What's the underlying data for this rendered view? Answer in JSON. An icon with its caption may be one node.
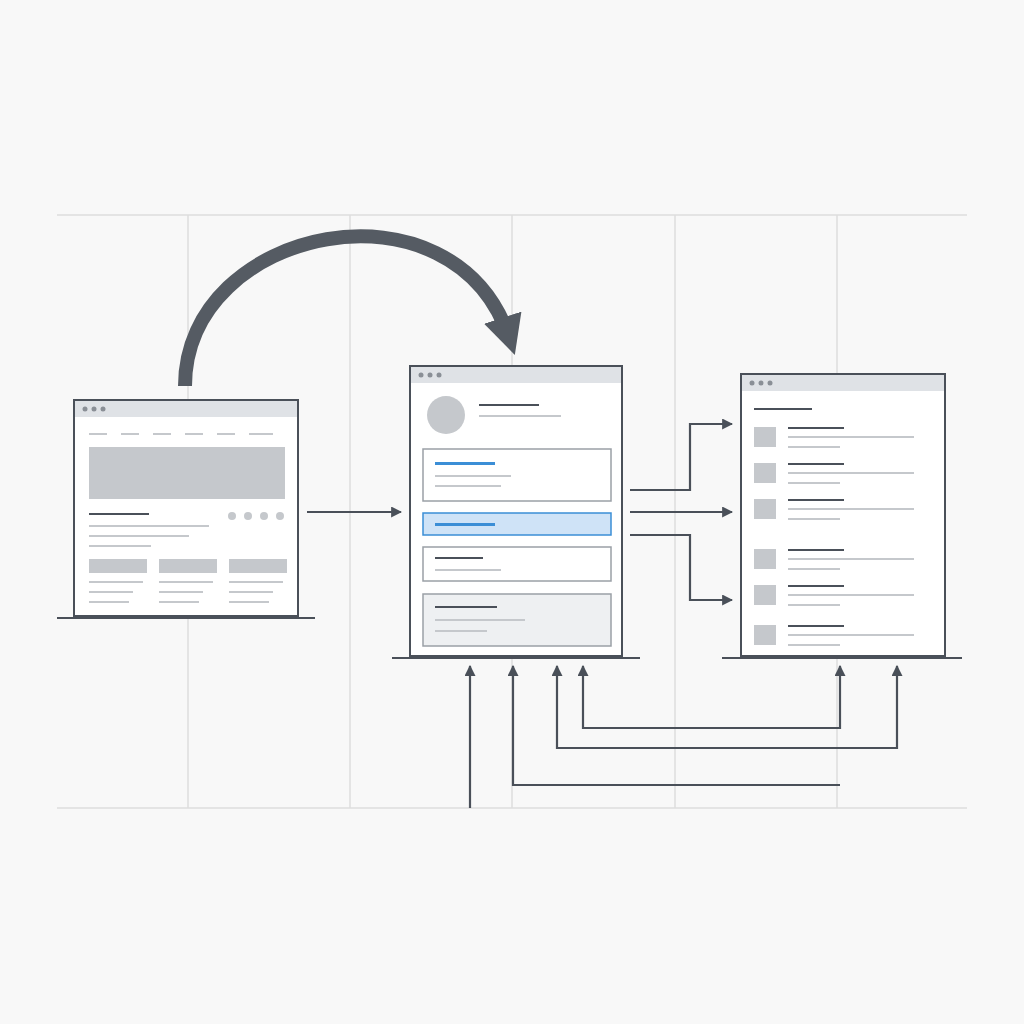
{
  "diagram": {
    "nodes": [
      {
        "text": [],
        "shape": "picture"
      },
      {
        "text": [],
        "shape": "picture"
      },
      {
        "text": [],
        "shape": "picture"
      }
    ],
    "edges": [
      {
        "from": 0,
        "to": 1,
        "arrow": "to",
        "style": "thick"
      },
      {
        "from": 0,
        "to": 1,
        "arrow": "to"
      },
      {
        "from": 1,
        "to": 2,
        "arrow": "to"
      },
      {
        "from": 1,
        "to": 2,
        "arrow": "to"
      },
      {
        "from": 1,
        "to": 2,
        "arrow": "to"
      },
      {
        "from": null,
        "to": 1,
        "arrow": "to"
      },
      {
        "from": null,
        "to": 1,
        "arrow": "to"
      },
      {
        "from": 1,
        "to": 2,
        "arrow": "both"
      },
      {
        "from": 1,
        "to": 2,
        "arrow": "both"
      }
    ]
  }
}
